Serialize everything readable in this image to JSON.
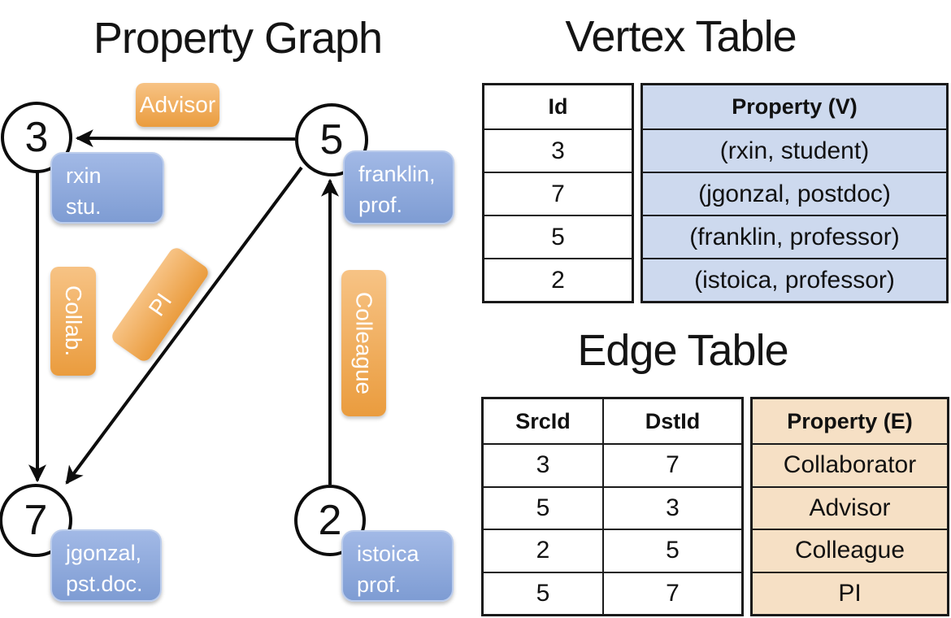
{
  "titles": {
    "graph": "Property Graph",
    "vertex_table": "Vertex Table",
    "edge_table": "Edge Table"
  },
  "colors": {
    "edge_label_orange": "#EFA851",
    "vertex_property_blue": "#8CA7DB",
    "vertex_table_fill": "#CDD9EE",
    "edge_table_fill": "#F6E0C5",
    "line_black": "#0D0D0D"
  },
  "graph": {
    "nodes": [
      {
        "id": "3",
        "property_line1": "rxin",
        "property_line2": "stu."
      },
      {
        "id": "5",
        "property_line1": "franklin,",
        "property_line2": "prof."
      },
      {
        "id": "7",
        "property_line1": "jgonzal,",
        "property_line2": "pst.doc."
      },
      {
        "id": "2",
        "property_line1": "istoica",
        "property_line2": "prof."
      }
    ],
    "edge_labels": {
      "advisor": "Advisor",
      "collab": "Collab.",
      "pi": "PI",
      "colleague": "Colleague"
    }
  },
  "vertex_table": {
    "headers": {
      "id": "Id",
      "property": "Property (V)"
    },
    "rows": [
      {
        "id": "3",
        "property": "(rxin, student)"
      },
      {
        "id": "7",
        "property": "(jgonzal, postdoc)"
      },
      {
        "id": "5",
        "property": "(franklin, professor)"
      },
      {
        "id": "2",
        "property": "(istoica, professor)"
      }
    ]
  },
  "edge_table": {
    "headers": {
      "src": "SrcId",
      "dst": "DstId",
      "property": "Property (E)"
    },
    "rows": [
      {
        "src": "3",
        "dst": "7",
        "property": "Collaborator"
      },
      {
        "src": "5",
        "dst": "3",
        "property": "Advisor"
      },
      {
        "src": "2",
        "dst": "5",
        "property": "Colleague"
      },
      {
        "src": "5",
        "dst": "7",
        "property": "PI"
      }
    ]
  }
}
